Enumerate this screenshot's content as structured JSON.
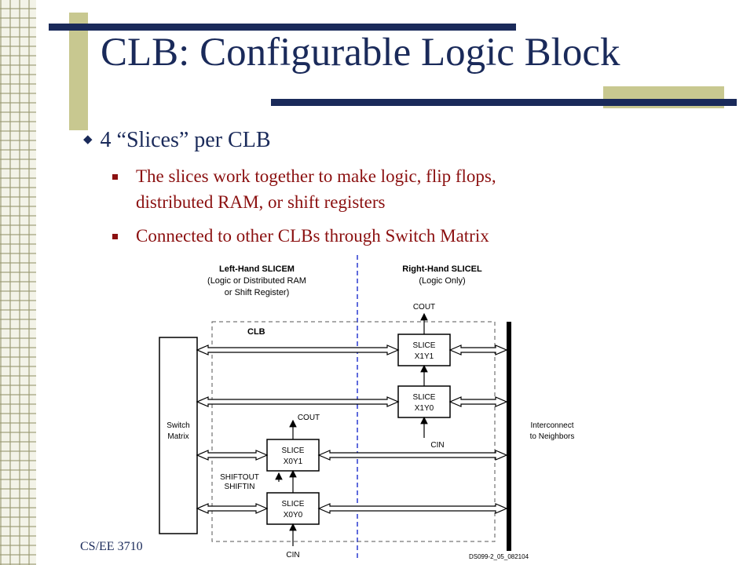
{
  "slide": {
    "title": "CLB: Configurable Logic Block",
    "bullet": "4 “Slices” per CLB",
    "subbullets": [
      "The slices work together to make logic, flip flops,",
      "distributed RAM, or shift registers",
      "Connected to other CLBs through Switch Matrix"
    ],
    "footer": "CS/EE 3710"
  },
  "diagram": {
    "left_header": [
      "Left-Hand SLICEM",
      "(Logic or Distributed RAM",
      "or Shift Register)"
    ],
    "right_header": [
      "Right-Hand SLICEL",
      "(Logic Only)"
    ],
    "clb_label": "CLB",
    "switch_matrix": [
      "Switch",
      "Matrix"
    ],
    "interconnect": [
      "Interconnect",
      "to Neighbors"
    ],
    "slices": [
      {
        "name": "SLICE",
        "id": "X1Y1"
      },
      {
        "name": "SLICE",
        "id": "X1Y0"
      },
      {
        "name": "SLICE",
        "id": "X0Y1"
      },
      {
        "name": "SLICE",
        "id": "X0Y0"
      }
    ],
    "cout": "COUT",
    "cin": "CIN",
    "shiftout": "SHIFTOUT",
    "shiftin": "SHIFTIN",
    "code": "DS099-2_05_082104"
  },
  "colors": {
    "title": "#1a2a5a",
    "subbullet": "#8b1010",
    "accent_bar": "#1a2a5a",
    "accent_block": "#c8c890",
    "divider": "#2a3ad0"
  }
}
